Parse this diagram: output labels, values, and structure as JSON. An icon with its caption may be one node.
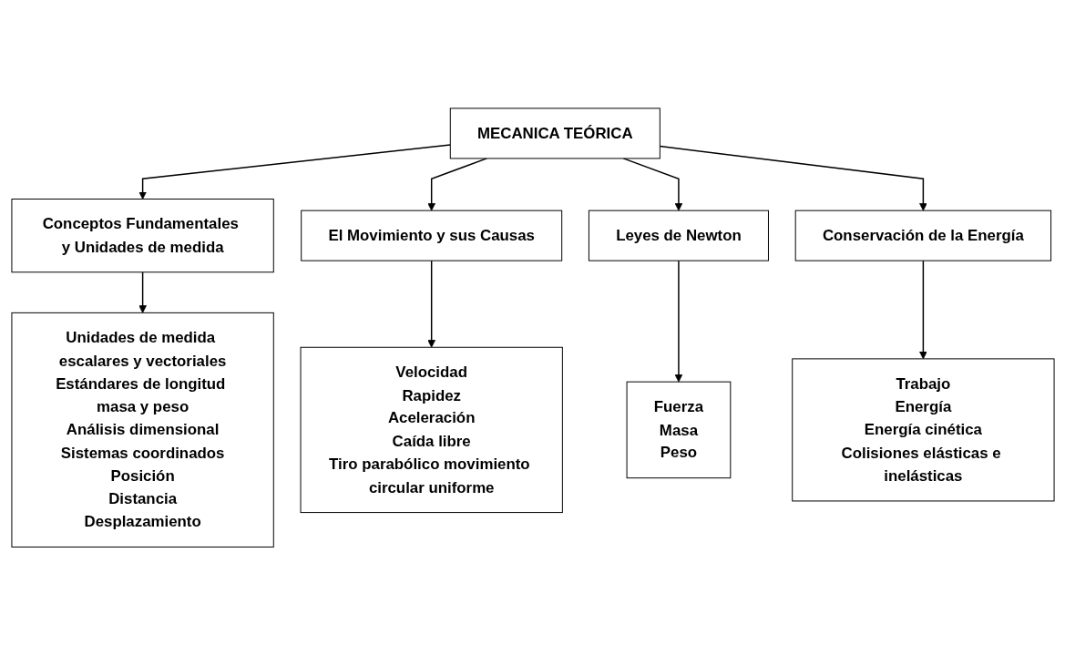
{
  "diagram": {
    "nodes": [
      {
        "text": [
          "MECANICA TEÓRICA"
        ]
      },
      {
        "text": [
          "Conceptos Fundamentales y Unidades de medida"
        ]
      },
      {
        "text": [
          "El Movimiento y sus Causas"
        ]
      },
      {
        "text": [
          "Leyes de Newton"
        ]
      },
      {
        "text": [
          "Conservación de la Energía"
        ]
      },
      {
        "text": [
          "Unidades de medida escalares y vectoriales",
          "Estándares de longitud masa y peso",
          "Análisis dimensional",
          "Sistemas coordinados",
          "Posición",
          "Distancia",
          "Desplazamiento"
        ]
      },
      {
        "text": [
          "Velocidad",
          "Rapidez",
          "Aceleración",
          "Caída libre",
          "Tiro parabólico movimiento circular uniforme"
        ]
      },
      {
        "text": [
          "Fuerza",
          "Masa",
          "Peso"
        ]
      },
      {
        "text": [
          "Trabajo",
          "Energía",
          "Energía cinética",
          "Colisiones elásticas e inelásticas"
        ]
      }
    ],
    "edges": [
      {
        "from": 0,
        "to": 1,
        "arrow": "to"
      },
      {
        "from": 0,
        "to": 2,
        "arrow": "to"
      },
      {
        "from": 0,
        "to": 3,
        "arrow": "to"
      },
      {
        "from": 0,
        "to": 4,
        "arrow": "to"
      },
      {
        "from": 1,
        "to": 5,
        "arrow": "to"
      },
      {
        "from": 2,
        "to": 6,
        "arrow": "to"
      },
      {
        "from": 3,
        "to": 7,
        "arrow": "to"
      },
      {
        "from": 4,
        "to": 8,
        "arrow": "to"
      }
    ]
  }
}
